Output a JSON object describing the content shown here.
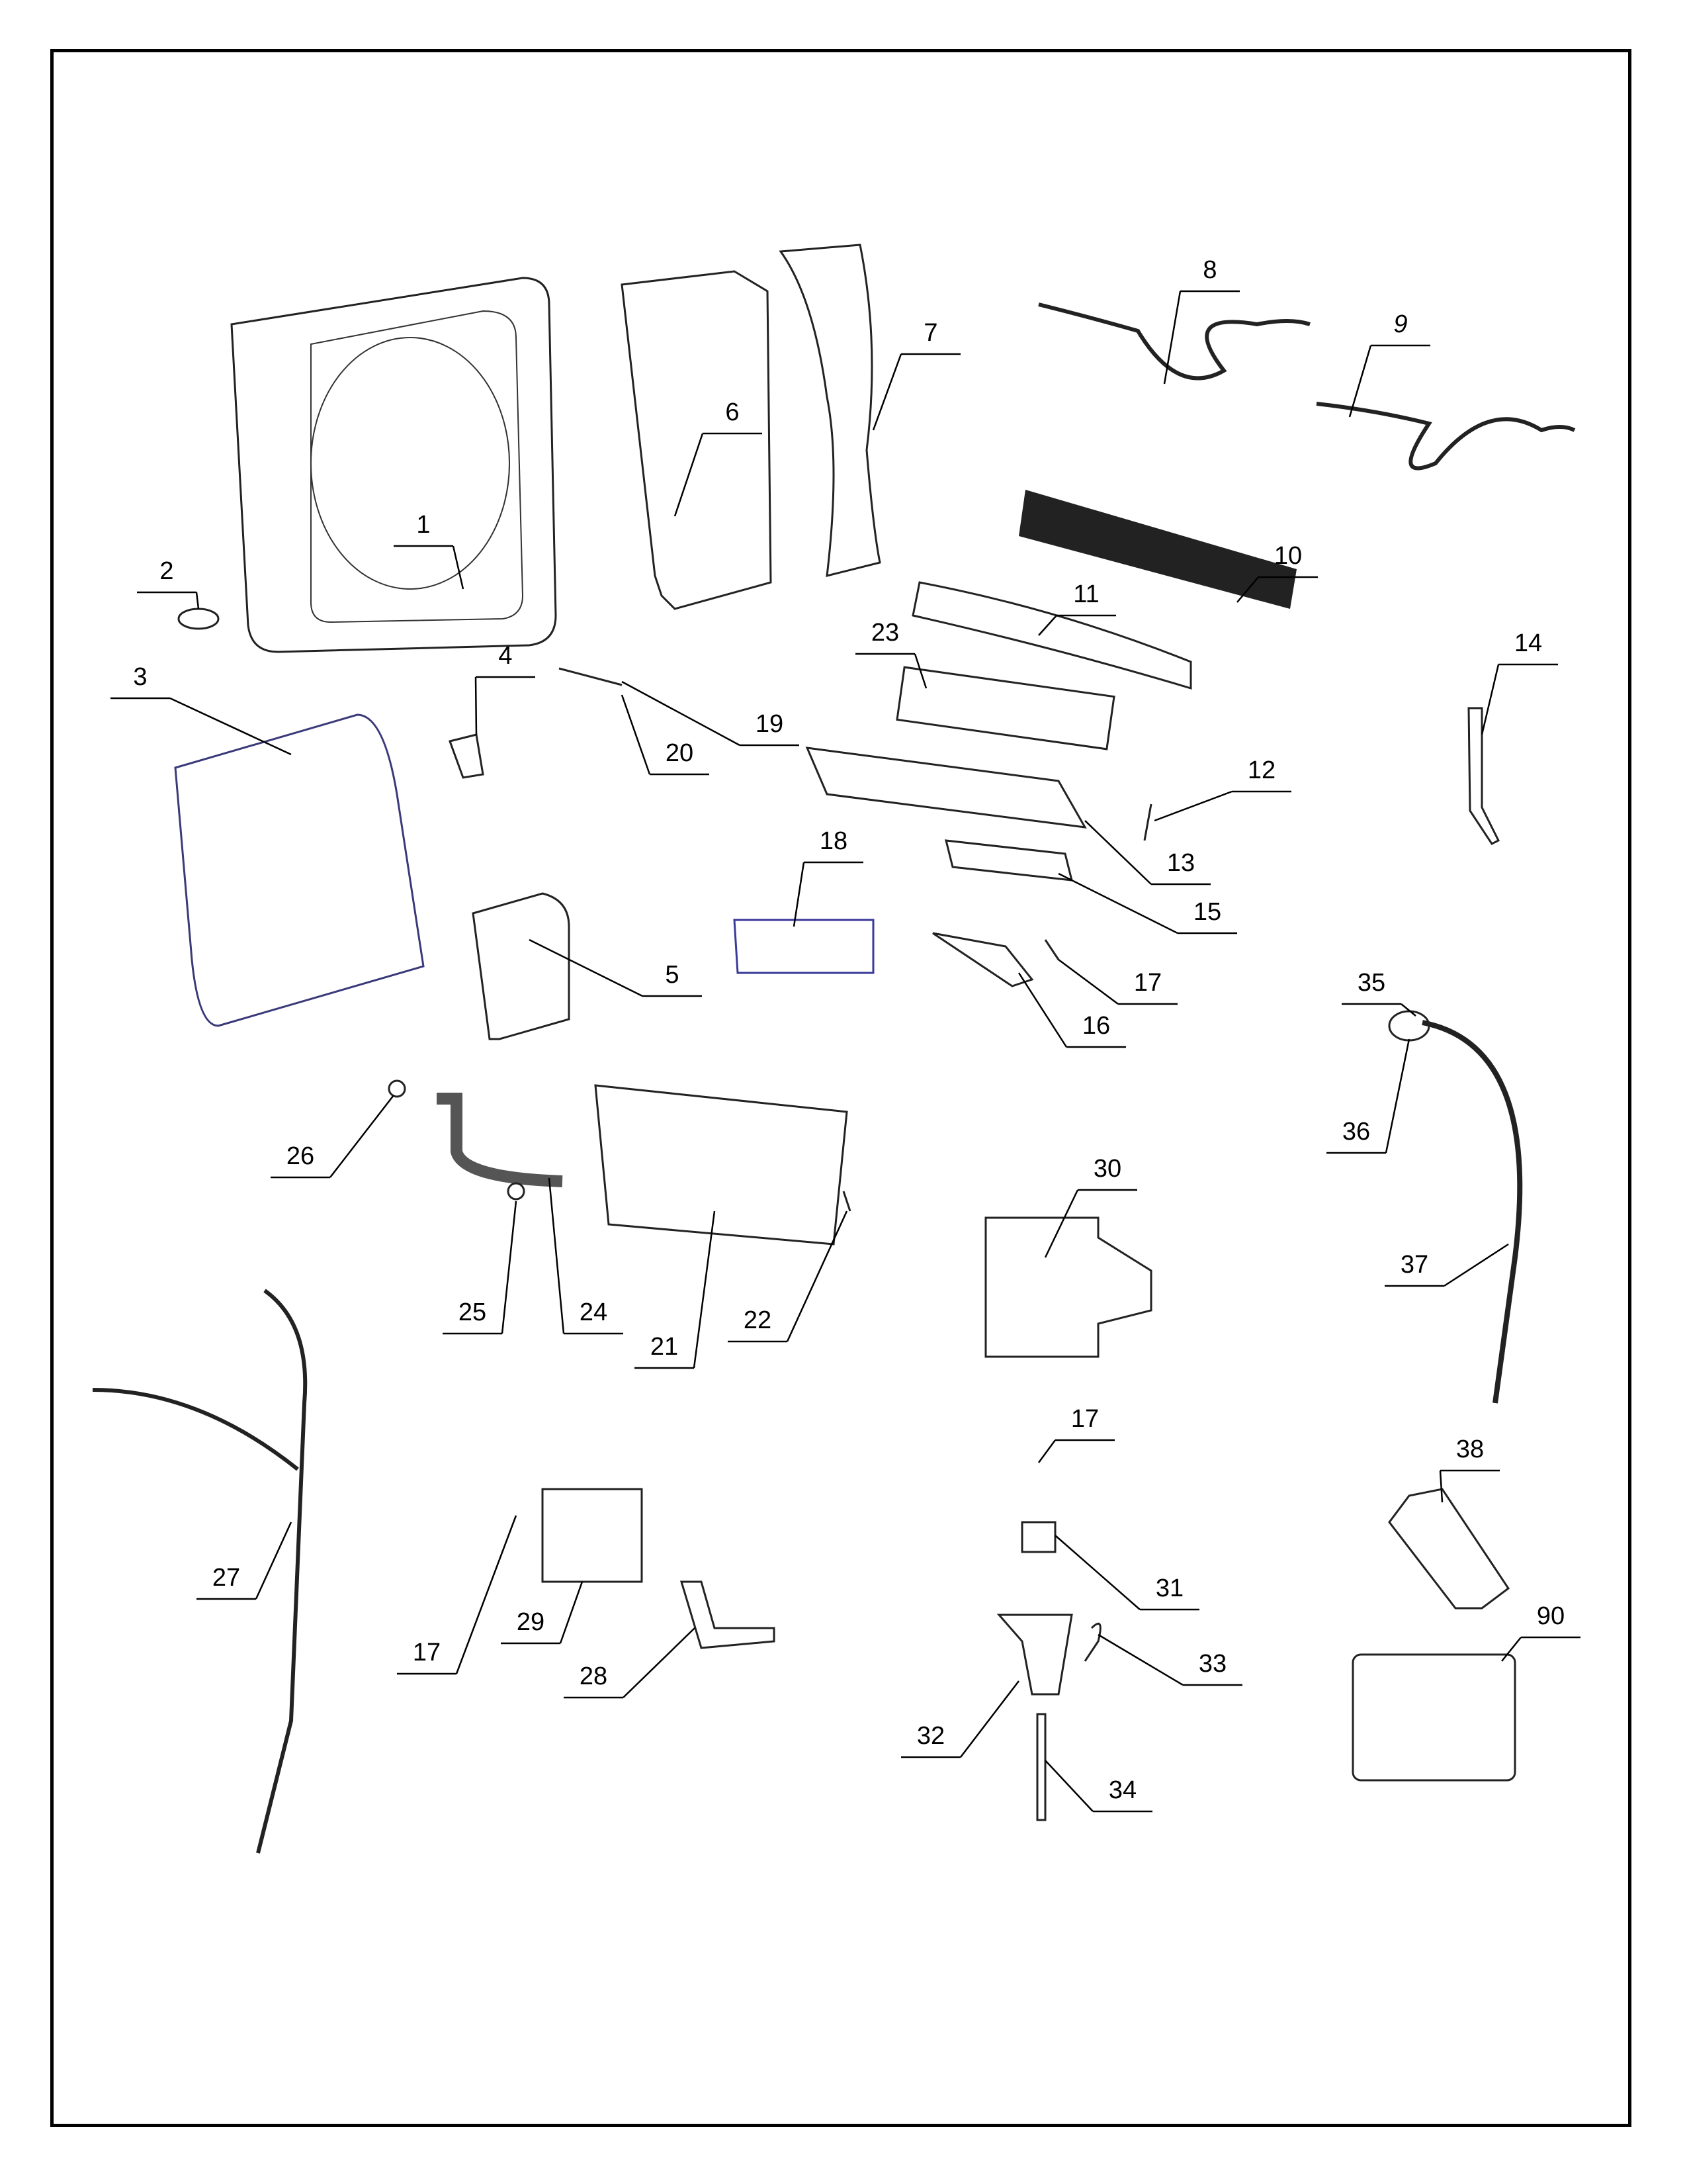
{
  "diagram": {
    "type": "exploded-parts-diagram",
    "callouts": [
      "1",
      "2",
      "3",
      "4",
      "5",
      "6",
      "7",
      "8",
      "9",
      "10",
      "11",
      "12",
      "13",
      "14",
      "15",
      "16",
      "17",
      "18",
      "19",
      "20",
      "21",
      "22",
      "23",
      "24",
      "25",
      "26",
      "27",
      "28",
      "29",
      "30",
      "31",
      "32",
      "33",
      "34",
      "35",
      "36",
      "37",
      "38",
      "90",
      "17",
      "17"
    ]
  }
}
